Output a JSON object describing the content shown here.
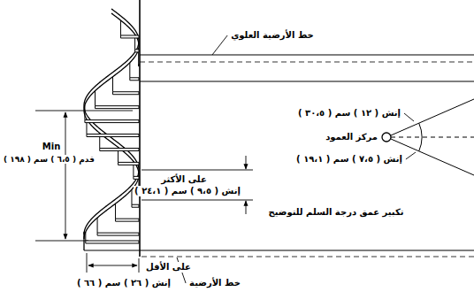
{
  "diagram": {
    "labels": [
      "خط الأرضية العلوي",
      "إنش ( ١٢ ) سم ( ٣٠،٥ )",
      "مركز العمود",
      "إنش ( ٧،٥ ) سم ( ١٩،١ )",
      "على الأكثر",
      "إنش ( ٩،٥ ) سم ( ٢٤،١ )",
      "تكبير عمق درجة السلم للتوضيح",
      "Min",
      "قدم ( ٦،٥ ) سم ( ١٩٨ )",
      "على الأقل",
      "إنش ( ٢٦ ) سم ( ٦٦ )",
      "خط الأرضية"
    ]
  }
}
